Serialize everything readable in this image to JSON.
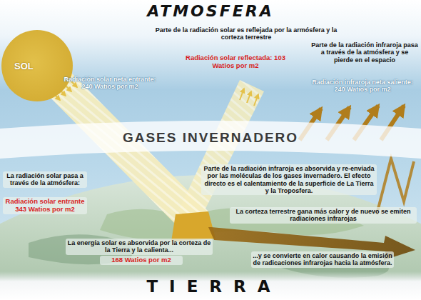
{
  "diagram": {
    "title": "ATMOSFERA",
    "nodes": [
      {
        "text": [
          "SOL"
        ]
      },
      {
        "text": [
          "GASES INVERNADERO"
        ]
      }
    ],
    "labels": [
      "Parte de la radiación solar es reflejada por la armósfera y la corteza terrestre",
      "Radiación solar reflectada: 103 Watios por m2",
      "Parte de la radiación infraroja pasa a través de la atmósfera y se pierde en el espacio",
      "Radiación solar neta entrante: 240 Watios por m2",
      "Radiación infraroja neta saliente: 240 Watios por m2",
      "La radiación solar pasa a través de la atmósfera:",
      "Radiación solar entrante 343 Watios por m2",
      "Parte de la radiación infraroja es absorvida y re-enviada por las moléculas de los gases invernadero. El efecto directo es el calentamiento de la superficie de La Tierra y la Troposfera.",
      "La corteza terrestre gana más calor y de nuevo se emiten radiaciones infrarojas",
      "La energía solar es absorvida por la corteza de la Tierra y la calienta...",
      "168 Watios por m2",
      "...y se convierte en calor causando la emisión de radicaciones infrarojas hacia la atmósfera.",
      "TIERRA"
    ]
  }
}
